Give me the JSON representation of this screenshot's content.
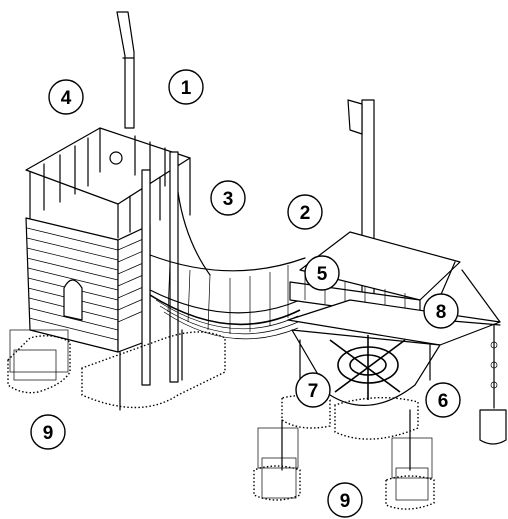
{
  "diagram": {
    "callouts": [
      {
        "id": "c1",
        "label": "1",
        "cx": 0,
        "cy": 0
      },
      {
        "id": "c2",
        "label": "2"
      },
      {
        "id": "c3",
        "label": "3"
      },
      {
        "id": "c4",
        "label": "4"
      },
      {
        "id": "c5",
        "label": "5"
      },
      {
        "id": "c6",
        "label": "6"
      },
      {
        "id": "c7",
        "label": "7"
      },
      {
        "id": "c8",
        "label": "8"
      },
      {
        "id": "c9a",
        "label": "9"
      },
      {
        "id": "c9b",
        "label": "9"
      }
    ]
  }
}
